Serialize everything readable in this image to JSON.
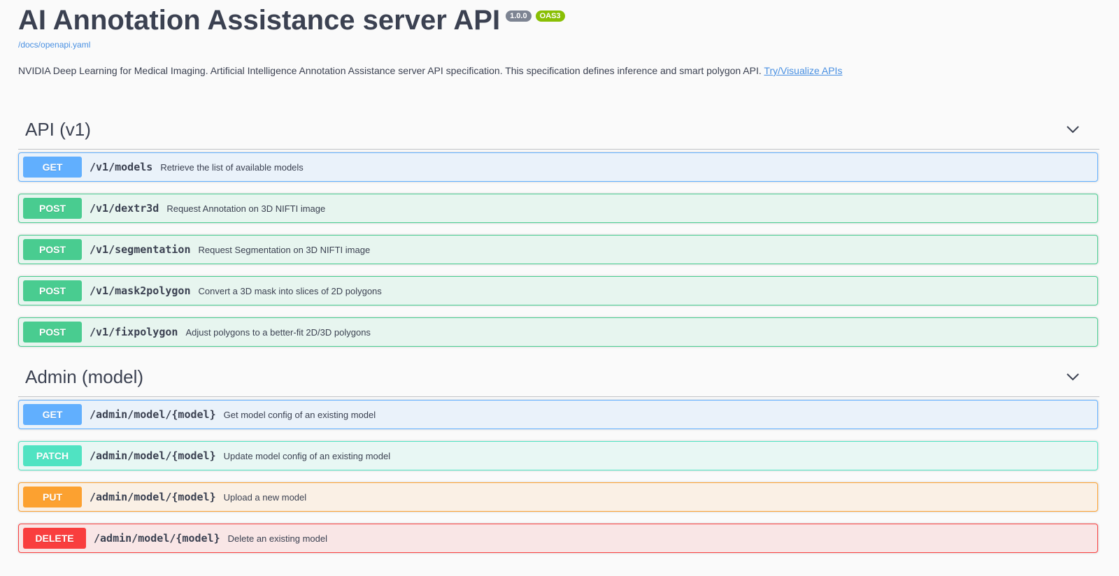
{
  "header": {
    "title": "AI Annotation Assistance server API",
    "version_badge": "1.0.0",
    "oas_badge": "OAS3",
    "spec_link": "/docs/openapi.yaml",
    "description": "NVIDIA Deep Learning for Medical Imaging. Artificial Intelligence Annotation Assistance server API specification. This specification defines inference and smart polygon API.",
    "description_link": "Try/Visualize APIs"
  },
  "sections": [
    {
      "title": "API (v1)",
      "toggle_icon": "chevron-down-icon",
      "operations": [
        {
          "method": "GET",
          "path": "/v1/models",
          "summary": "Retrieve the list of available models"
        },
        {
          "method": "POST",
          "path": "/v1/dextr3d",
          "summary": "Request Annotation on 3D NIFTI image"
        },
        {
          "method": "POST",
          "path": "/v1/segmentation",
          "summary": "Request Segmentation on 3D NIFTI image"
        },
        {
          "method": "POST",
          "path": "/v1/mask2polygon",
          "summary": "Convert a 3D mask into slices of 2D polygons"
        },
        {
          "method": "POST",
          "path": "/v1/fixpolygon",
          "summary": "Adjust polygons to a better-fit 2D/3D polygons"
        }
      ]
    },
    {
      "title": "Admin (model)",
      "toggle_icon": "chevron-down-icon",
      "operations": [
        {
          "method": "GET",
          "path": "/admin/model/{model}",
          "summary": "Get model config of an existing model"
        },
        {
          "method": "PATCH",
          "path": "/admin/model/{model}",
          "summary": "Update model config of an existing model"
        },
        {
          "method": "PUT",
          "path": "/admin/model/{model}",
          "summary": "Upload a new model"
        },
        {
          "method": "DELETE",
          "path": "/admin/model/{model}",
          "summary": "Delete an existing model"
        }
      ]
    }
  ],
  "colors": {
    "get": "#61affe",
    "post": "#49cc90",
    "patch": "#50e3c2",
    "put": "#fca130",
    "delete": "#f93e3e",
    "link": "#4990e2"
  }
}
